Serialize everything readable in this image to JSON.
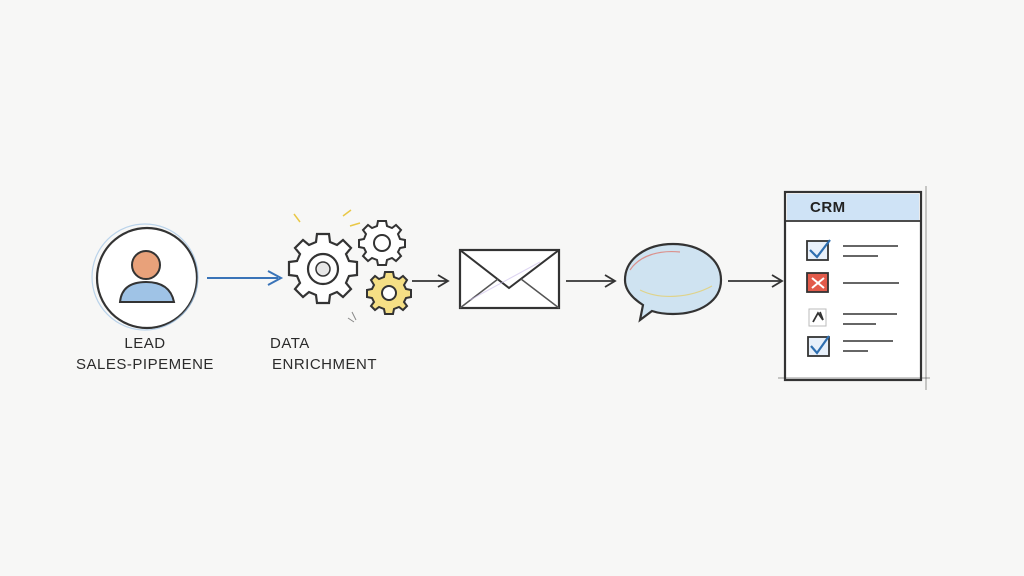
{
  "diagram": {
    "lead": {
      "line1": "LEAD",
      "line2": "SALES-PIPEMENE"
    },
    "enrichment": {
      "line1": "DATA",
      "line2": "ENRICHMENT"
    },
    "crm": {
      "title": "CRM"
    }
  },
  "colors": {
    "stroke": "#333333",
    "arrow_blue": "#3a74b8",
    "crm_header": "#cfe3f6",
    "check_blue": "#2f6fb0",
    "x_red": "#e25a4a",
    "gear_yellow": "#e9c847",
    "avatar_orange": "#e8a17a",
    "avatar_blue": "#9fc3e6"
  },
  "icons": [
    "person-icon",
    "gears-icon",
    "envelope-icon",
    "speech-bubble-icon",
    "crm-checklist-icon"
  ]
}
